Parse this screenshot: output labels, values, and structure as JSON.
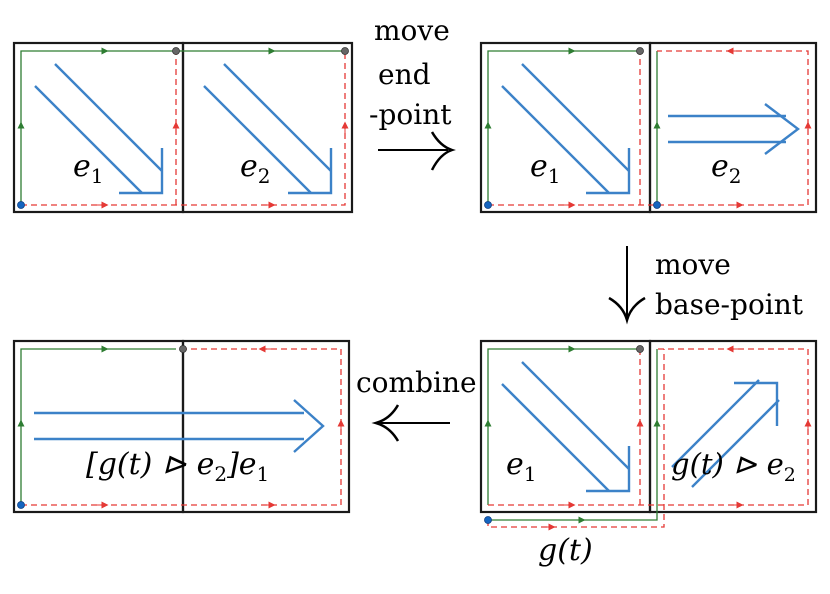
{
  "steps": {
    "move_end_point": [
      "move",
      "end",
      "-point"
    ],
    "move_base_point": [
      "move",
      "base-point"
    ],
    "combine": "combine"
  },
  "labels": {
    "e1": "e",
    "e1_sub": "1",
    "e2": "e",
    "e2_sub": "2",
    "g_t": "g(t)",
    "g_act_e2": "g(t) ⊳ e",
    "g_act_e2_sub": "2",
    "combined": "[g(t) ⊳ e",
    "combined_sub1": "2",
    "combined_mid": "]e",
    "combined_sub2": "1"
  },
  "colors": {
    "frame": "#1a1a1a",
    "green_path": "#2e7d32",
    "red_path": "#e53935",
    "blue_arrow": "#3c82c8",
    "base_point": "#1565c0",
    "end_point": "#666666"
  }
}
